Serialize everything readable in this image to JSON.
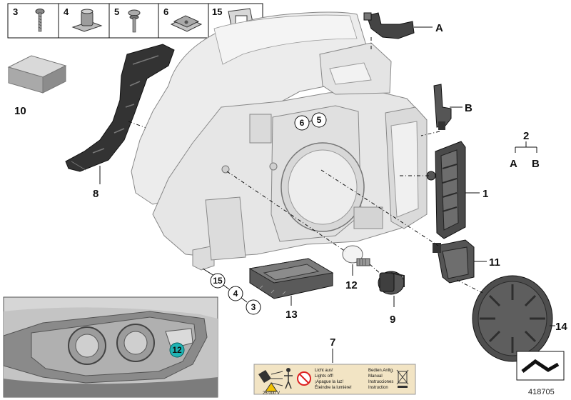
{
  "parts_strip": [
    {
      "number": "3"
    },
    {
      "number": "4"
    },
    {
      "number": "5"
    },
    {
      "number": "6"
    },
    {
      "number": "15"
    }
  ],
  "callouts": {
    "A_top": "A",
    "B_right": "B",
    "group_2": "2",
    "group_2_A": "A",
    "group_2_B": "B",
    "p1": "1",
    "p7": "7",
    "p8": "8",
    "p9": "9",
    "p10": "10",
    "p11": "11",
    "p12": "12",
    "p13": "13",
    "p14": "14"
  },
  "circled": {
    "c6": "6",
    "c5": "5",
    "c15": "15",
    "c4": "4",
    "c3": "3",
    "inset_12": "12"
  },
  "warning_label": {
    "col1": [
      "Licht aus!",
      "Lights off!",
      "¡Apague la luz!",
      "Éteindre la lumière!"
    ],
    "col2": [
      "Bedien.Anltg.",
      "Manual",
      "Instrucciones",
      "Instruction"
    ],
    "voltage": "25 000 V"
  },
  "doc_number": "418705",
  "colors": {
    "inset_highlight": "#1fb3b3",
    "label_bg": "#f2e4c4",
    "part_dark": "#3a3a3a",
    "housing_light": "#ececec"
  }
}
